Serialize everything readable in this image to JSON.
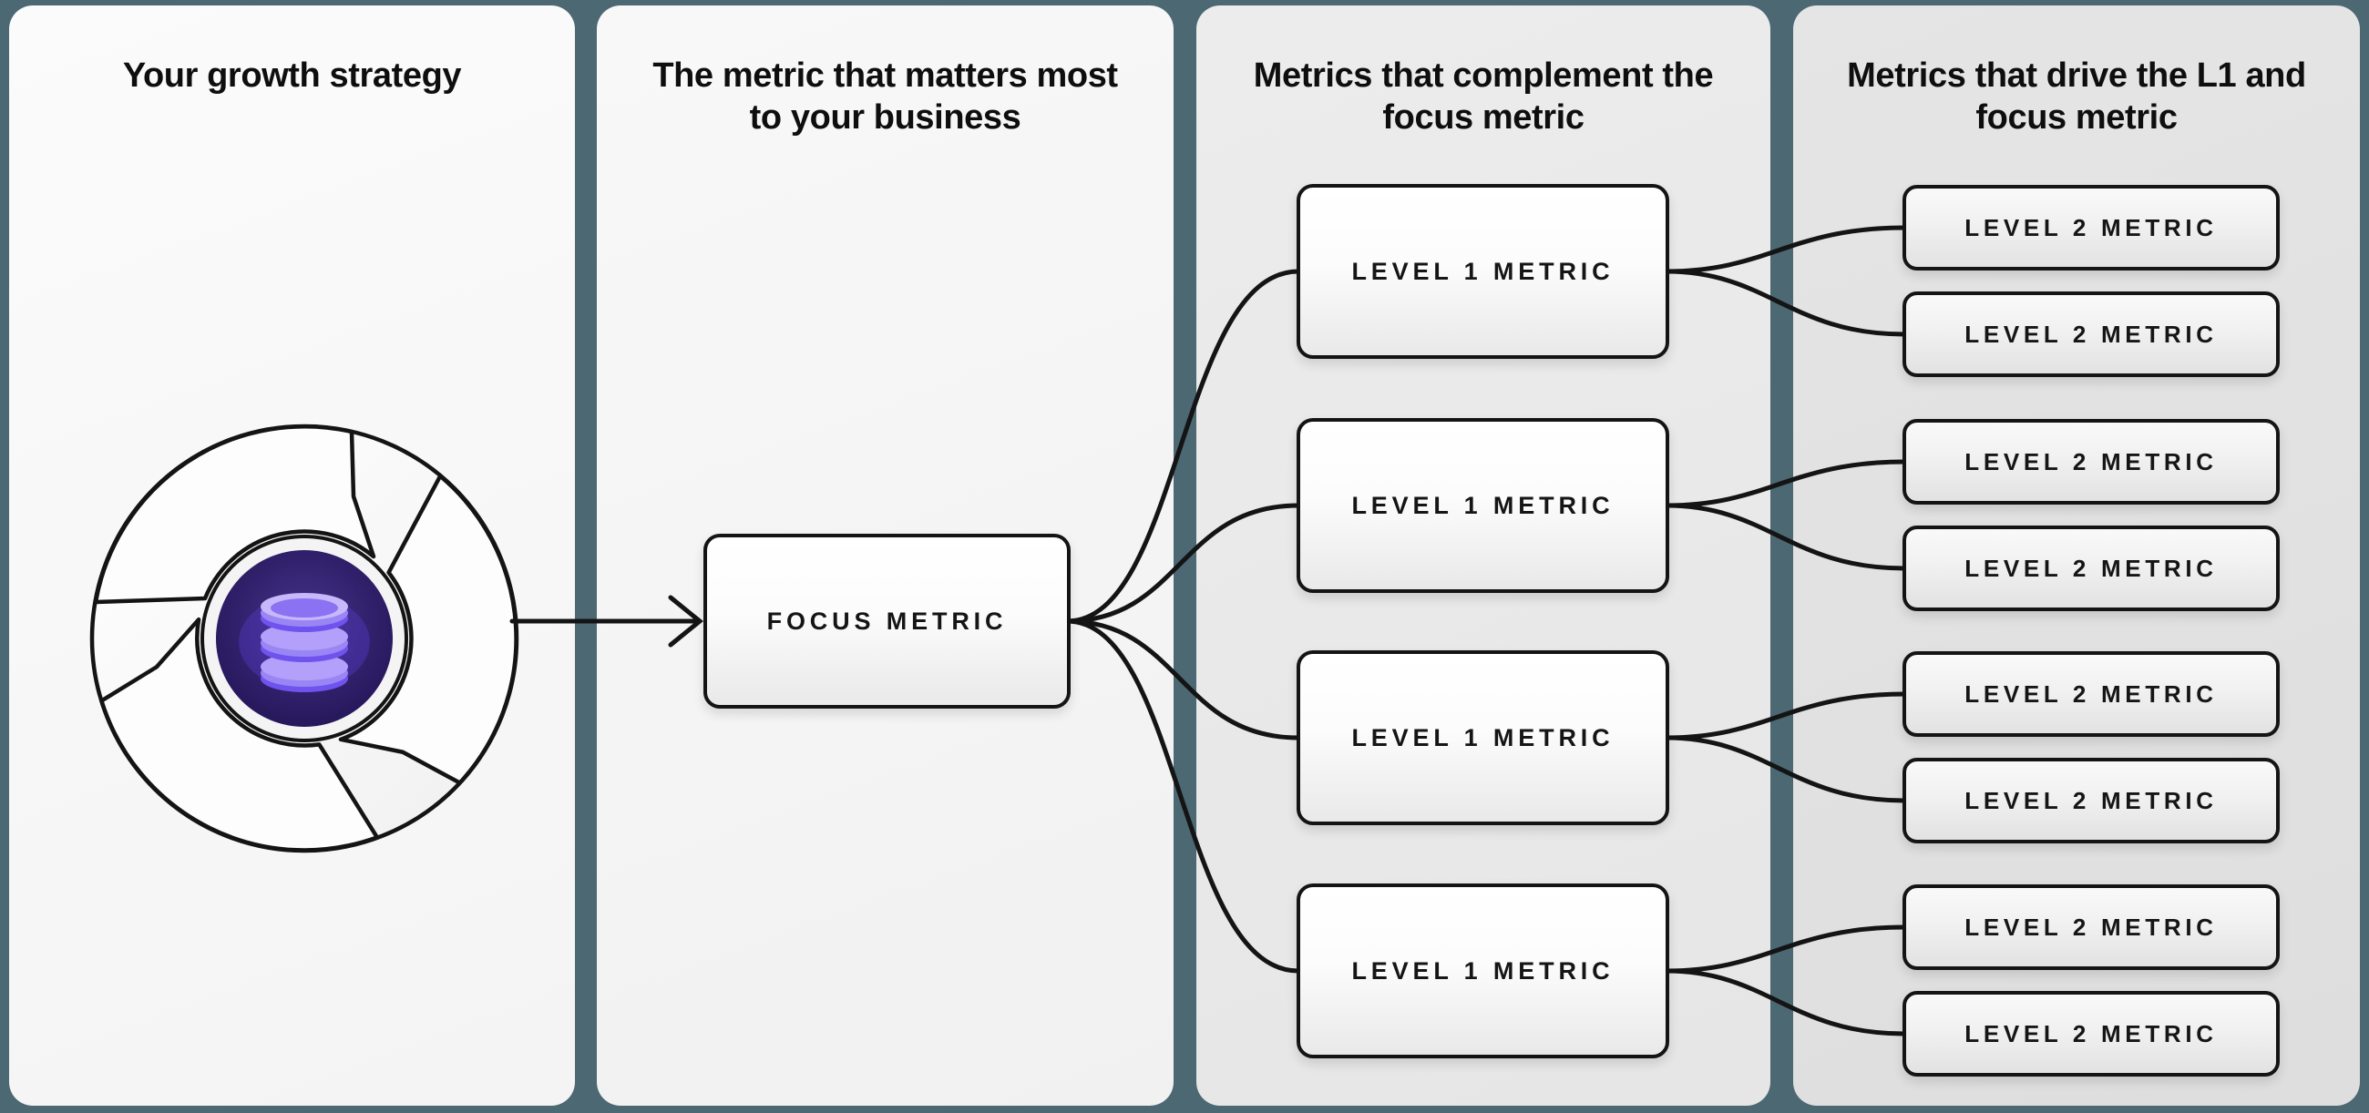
{
  "colors": {
    "background_teal": "#4b6873",
    "panel_light": "#f6f6f6",
    "panel_gray": "#e5e5e5",
    "line_black": "#141414",
    "icon_purple_core": "#2c1d63",
    "icon_purple_coin": "#b3a0fa",
    "icon_purple_accent": "#7d62f1"
  },
  "panels": [
    {
      "title": "Your growth strategy"
    },
    {
      "title": "The metric that matters most to your business"
    },
    {
      "title": "Metrics that complement the focus metric"
    },
    {
      "title": "Metrics that drive the L1 and focus metric"
    }
  ],
  "focus_metric": {
    "label": "FOCUS METRIC"
  },
  "level1_metrics": [
    {
      "label": "LEVEL 1 METRIC"
    },
    {
      "label": "LEVEL 1 METRIC"
    },
    {
      "label": "LEVEL 1 METRIC"
    },
    {
      "label": "LEVEL 1 METRIC"
    }
  ],
  "level2_metrics": [
    {
      "label": "LEVEL 2 METRIC"
    },
    {
      "label": "LEVEL 2 METRIC"
    },
    {
      "label": "LEVEL 2 METRIC"
    },
    {
      "label": "LEVEL 2 METRIC"
    },
    {
      "label": "LEVEL 2 METRIC"
    },
    {
      "label": "LEVEL 2 METRIC"
    },
    {
      "label": "LEVEL 2 METRIC"
    },
    {
      "label": "LEVEL 2 METRIC"
    }
  ],
  "icons": {
    "flywheel": "flywheel-icon",
    "database": "database-icon"
  }
}
